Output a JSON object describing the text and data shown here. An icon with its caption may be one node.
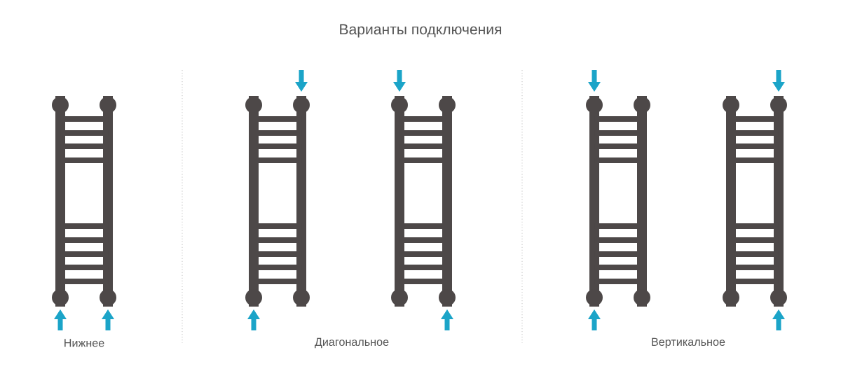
{
  "diagram": {
    "title": "Варианты подключения",
    "labels": [
      "Нижнее",
      "Диагональное",
      "Вертикальное"
    ]
  }
}
